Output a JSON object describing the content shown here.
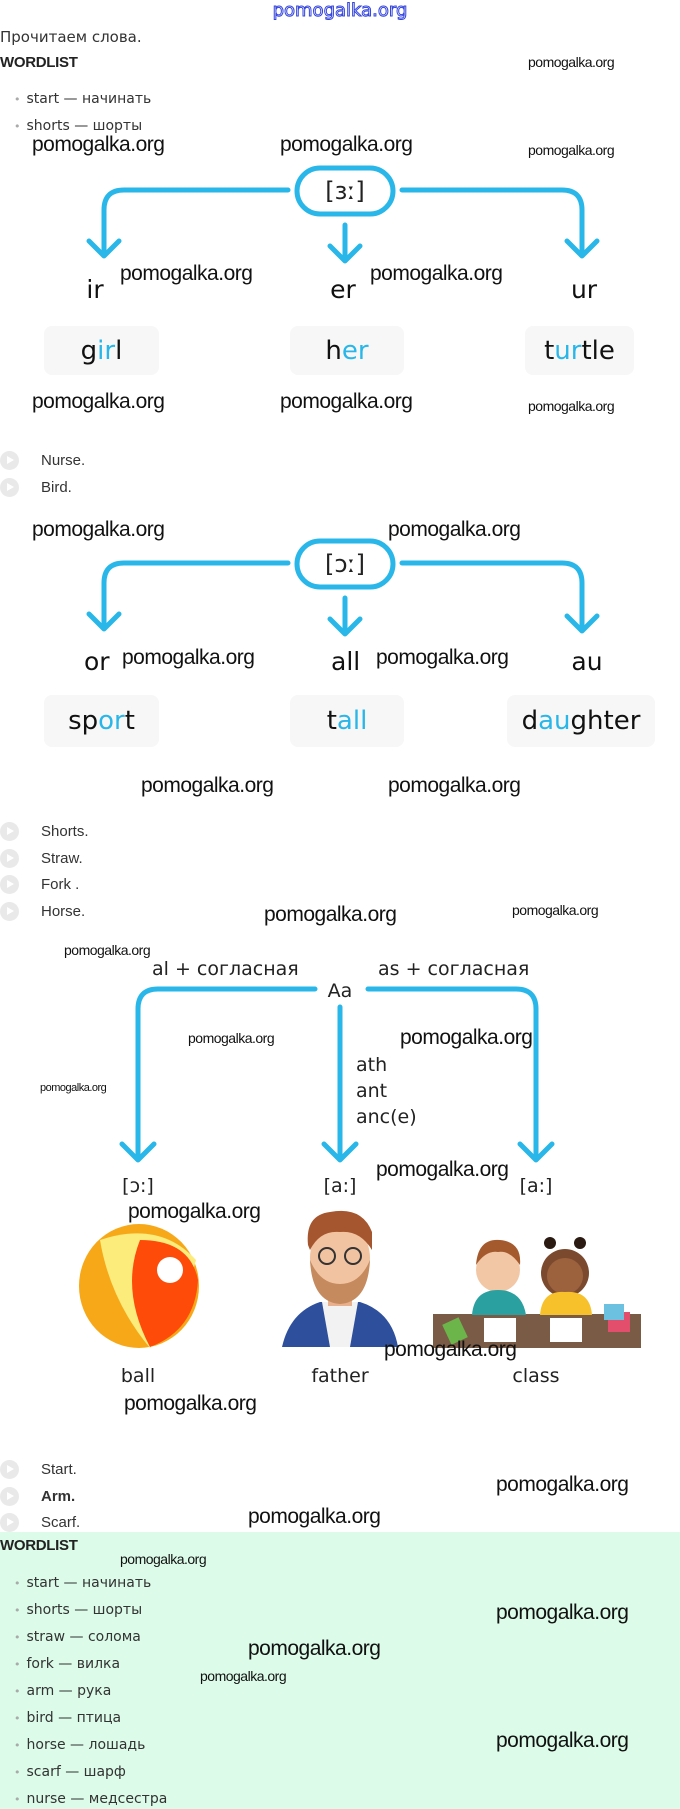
{
  "watermark_text": "pomogalka.org",
  "intro": "Прочитаем слова.",
  "wordlist_title": "WORDLIST",
  "top_wordlist": [
    "start — начинать",
    "shorts — шорты"
  ],
  "diagram1": {
    "sound": "[ɜː]",
    "spellings": [
      "ir",
      "er",
      "ur"
    ],
    "words": [
      {
        "pre": "g",
        "hl": "ir",
        "post": "l"
      },
      {
        "pre": "h",
        "hl": "er",
        "post": ""
      },
      {
        "pre": "t",
        "hl": "ur",
        "post": "tle"
      }
    ]
  },
  "audio1": [
    "Nurse.",
    "Bird."
  ],
  "diagram2": {
    "sound": "[ɔː]",
    "spellings": [
      "or",
      "all",
      "au"
    ],
    "words": [
      {
        "pre": "sp",
        "hl": "or",
        "post": "t"
      },
      {
        "pre": "t",
        "hl": "all",
        "post": ""
      },
      {
        "pre": "d",
        "hl": "au",
        "post": "ghter"
      }
    ]
  },
  "audio2": [
    "Shorts.",
    "Straw.",
    "Fork .",
    "Horse."
  ],
  "diagram3": {
    "root": "Aa",
    "left_rule": "al + согласная",
    "right_rule": "as + согласная",
    "middle_rules": [
      "ath",
      "ant",
      "anc(e)"
    ],
    "sounds": [
      "[ɔ:]",
      "[a:]",
      "[a:]"
    ],
    "words": [
      "ball",
      "father",
      "class"
    ]
  },
  "audio3": [
    "Start.",
    "Arm.",
    "Scarf."
  ],
  "wordlist": [
    "start — начинать",
    "shorts — шорты",
    "straw — солома",
    "fork — вилка",
    "arm — рука",
    "bird — птица",
    "horse — лошадь",
    "scarf — шарф",
    "nurse — медсестра"
  ],
  "colors": {
    "accent": "#29b6e8",
    "wordlist_bg": "#dcfbe9"
  }
}
